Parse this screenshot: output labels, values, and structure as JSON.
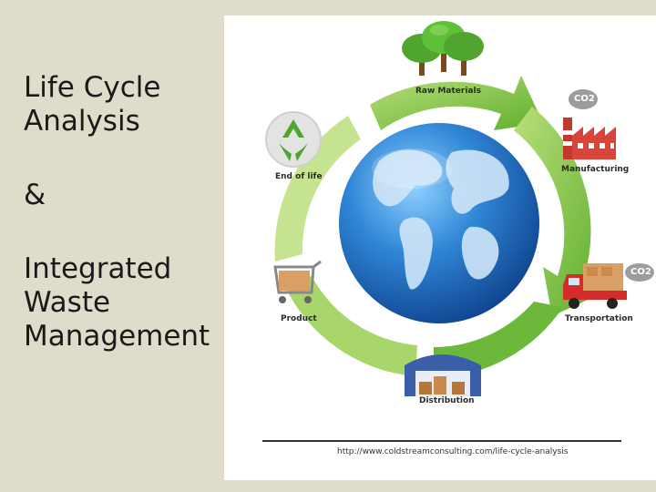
{
  "slide": {
    "title_lines": [
      "Life Cycle",
      "Analysis"
    ],
    "ampersand": "&",
    "subtitle_lines": [
      "Integrated",
      "Waste",
      "Management"
    ]
  },
  "diagram": {
    "stages": {
      "raw_materials": "Raw Materials",
      "manufacturing": "Manufacturing",
      "transportation": "Transportation",
      "distribution": "Distribution",
      "product": "Product",
      "end_of_life": "End of life"
    },
    "co2_label": "CO2",
    "source_url": "http://www.coldstreamconsulting.com/life-cycle-analysis"
  },
  "colors": {
    "background": "#e0dccb",
    "panel": "#ffffff",
    "ring_green": "#7cc242",
    "globe_blue": "#2f7fd0",
    "land": "#cfe6f7"
  }
}
